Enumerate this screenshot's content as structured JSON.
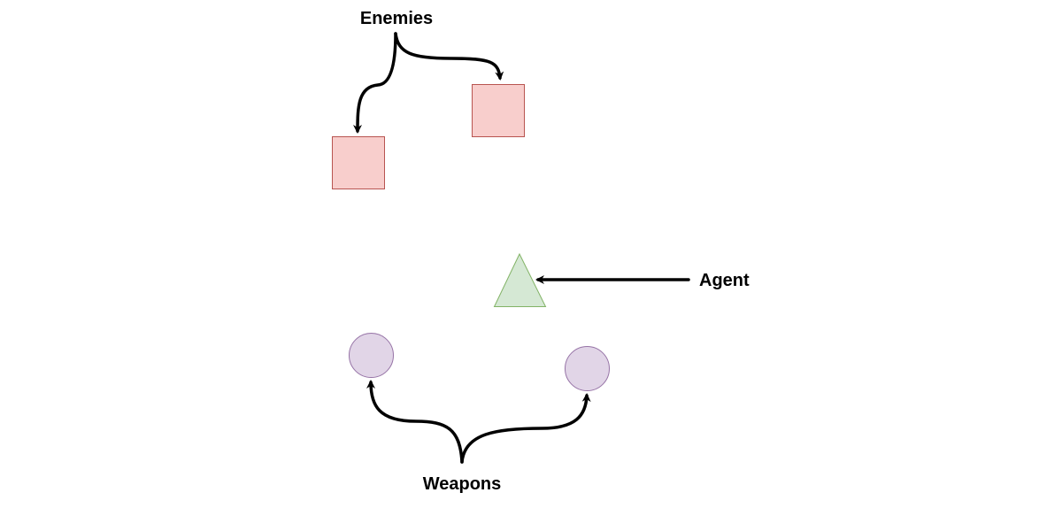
{
  "labels": {
    "enemies": "Enemies",
    "agent": "Agent",
    "weapons": "Weapons"
  },
  "colors": {
    "enemy_fill": "#f8cecc",
    "enemy_stroke": "#b85450",
    "agent_fill": "#d5e8d4",
    "agent_stroke": "#82b366",
    "weapon_fill": "#e1d5e7",
    "weapon_stroke": "#9673a6",
    "arrow": "#000000"
  },
  "shapes": {
    "enemies": {
      "count": 2,
      "shape": "square"
    },
    "agent": {
      "count": 1,
      "shape": "triangle"
    },
    "weapons": {
      "count": 2,
      "shape": "circle"
    }
  }
}
